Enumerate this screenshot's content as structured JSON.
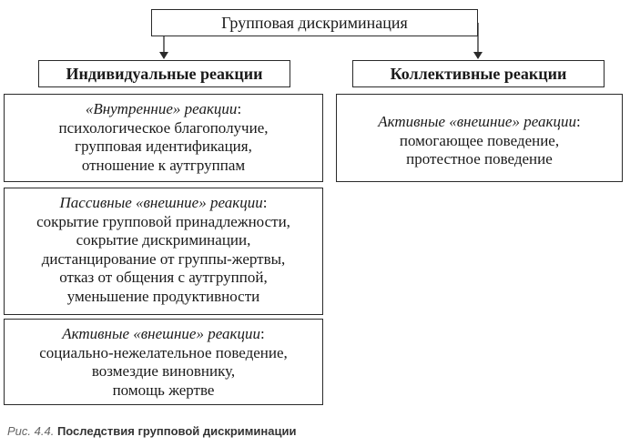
{
  "diagram": {
    "root": "Групповая дискриминация",
    "branches": [
      {
        "header": "Индивидуальные реакции",
        "boxes": [
          {
            "title": "«Внутренние» реакции",
            "punct": ":",
            "items": [
              "психологическое благополучие,",
              "групповая идентификация,",
              "отношение к аутгруппам"
            ]
          },
          {
            "title": "Пассивные «внешние» реакции",
            "punct": ":",
            "items": [
              "сокрытие групповой принадлежности,",
              "сокрытие дискриминации,",
              "дистанцирование от группы-жертвы,",
              "отказ от общения с аутгруппой,",
              "уменьшение продуктивности"
            ]
          },
          {
            "title": "Активные «внешние» реакции",
            "punct": ":",
            "items": [
              "социально-нежелательное поведение,",
              "возмездие виновнику,",
              "помощь жертве"
            ]
          }
        ]
      },
      {
        "header": "Коллективные реакции",
        "boxes": [
          {
            "title": "Активные «внешние» реакции",
            "punct": ":",
            "items": [
              "помогающее поведение,",
              "протестное поведение"
            ]
          }
        ]
      }
    ]
  },
  "caption": {
    "figure": "Рис. 4.4.",
    "title": "Последствия групповой дискриминации"
  }
}
